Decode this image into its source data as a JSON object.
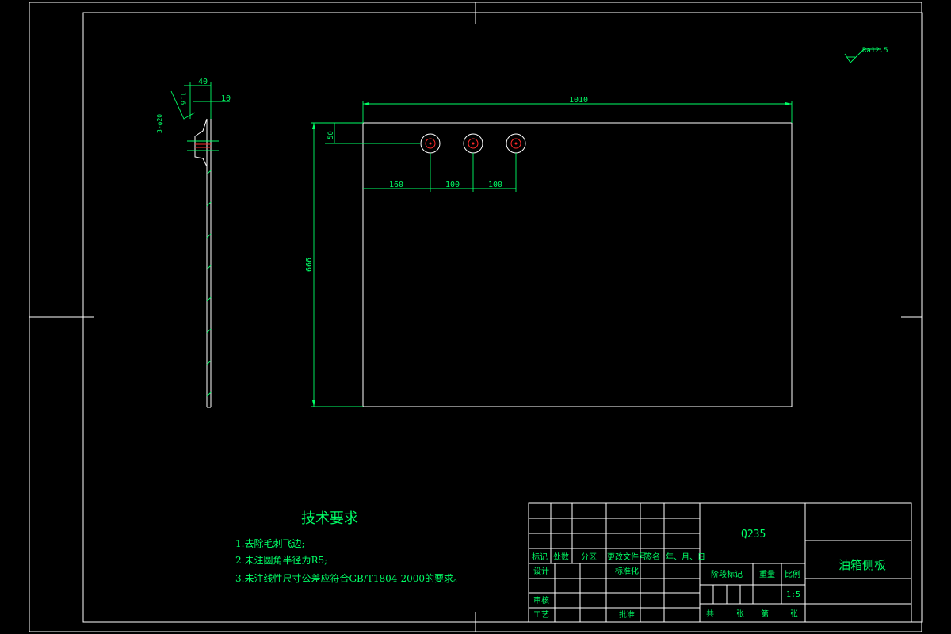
{
  "surface_finish": {
    "label": "Ra12.5"
  },
  "side_view": {
    "dim_top": "40",
    "dim_right": "10",
    "dim_slope": "1.6",
    "dim_hole": "3-φ20"
  },
  "front_view": {
    "dim_width": "1010",
    "dim_height": "666",
    "dim_hole_offset": "50",
    "dim_spacing_1": "160",
    "dim_spacing_2": "100",
    "dim_spacing_3": "100"
  },
  "tech_requirements": {
    "title": "技术要求",
    "items": [
      "1.去除毛刺飞边;",
      "2.未注圆角半径为R5;",
      "3.未注线性尺寸公差应符合GB/T1804-2000的要求。"
    ]
  },
  "title_block": {
    "material": "Q235",
    "part_name": "油箱侧板",
    "row_headers": [
      "标记",
      "处数",
      "分区",
      "更改文件号",
      "签名",
      "年、月、日"
    ],
    "design": "设计",
    "standardize": "标准化",
    "review": "审核",
    "process": "工艺",
    "approve": "批准",
    "stage_mark": "阶段标记",
    "weight": "重量",
    "scale_label": "比例",
    "scale": "1:5",
    "sheet_total": "共",
    "sheet_unit": "张",
    "sheet_no": "第",
    "sheet_unit2": "张"
  }
}
